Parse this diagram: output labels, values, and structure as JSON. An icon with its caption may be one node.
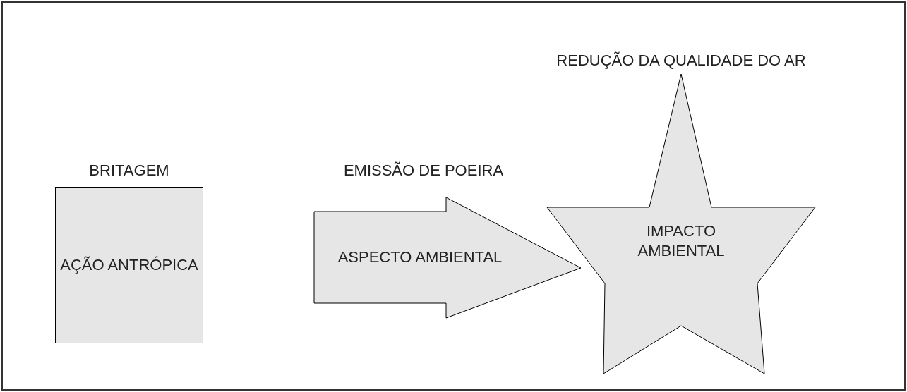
{
  "diagram": {
    "nodes": [
      {
        "text": [
          "BRITAGEM",
          "AÇÃO ANTRÓPICA"
        ]
      },
      {
        "text": [
          "EMISSÃO DE POEIRA",
          "ASPECTO AMBIENTAL"
        ]
      },
      {
        "text": [
          "REDUÇÃO DA QUALIDADE DO AR",
          "IMPACTO AMBIENTAL"
        ]
      }
    ]
  }
}
